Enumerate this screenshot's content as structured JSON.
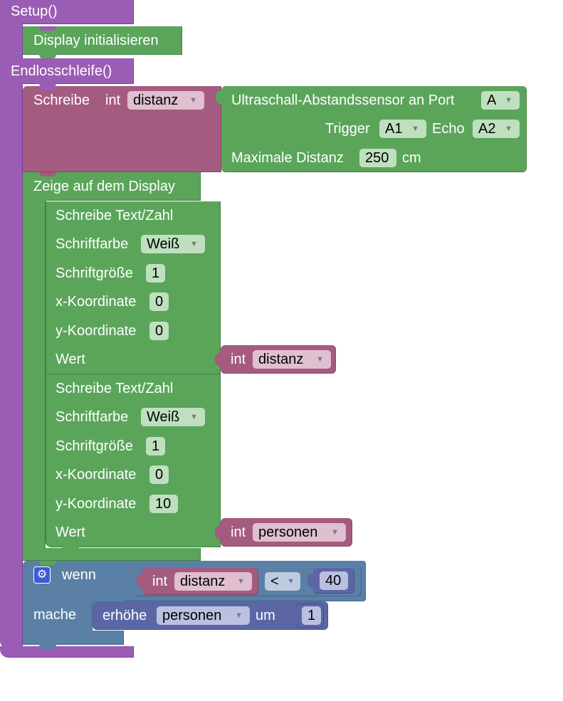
{
  "setup": {
    "label": "Setup()",
    "display_init": "Display initialisieren"
  },
  "loop": {
    "label": "Endlosschleife()"
  },
  "assign": {
    "label": "Schreibe",
    "type": "int",
    "var": "distanz",
    "sensor": {
      "label": "Ultraschall-Abstandssensor an Port",
      "port": "A",
      "trigger_label": "Trigger",
      "trigger": "A1",
      "echo_label": "Echo",
      "echo": "A2",
      "maxdist_label": "Maximale Distanz",
      "maxdist": "250",
      "unit": "cm"
    }
  },
  "display": {
    "label": "Zeige auf dem Display",
    "write1": {
      "label": "Schreibe Text/Zahl",
      "color_label": "Schriftfarbe",
      "color": "Weiß",
      "size_label": "Schriftgröße",
      "size": "1",
      "x_label": "x-Koordinate",
      "x": "0",
      "y_label": "y-Koordinate",
      "y": "0",
      "value_label": "Wert",
      "value_type": "int",
      "value_var": "distanz"
    },
    "write2": {
      "label": "Schreibe Text/Zahl",
      "color_label": "Schriftfarbe",
      "color": "Weiß",
      "size_label": "Schriftgröße",
      "size": "1",
      "x_label": "x-Koordinate",
      "x": "0",
      "y_label": "y-Koordinate",
      "y": "10",
      "value_label": "Wert",
      "value_type": "int",
      "value_var": "personen"
    }
  },
  "if_block": {
    "if_label": "wenn",
    "cond_type": "int",
    "cond_var": "distanz",
    "operator": "<",
    "compare_value": "40",
    "do_label": "mache",
    "inc_label": "erhöhe",
    "inc_var": "personen",
    "by_label": "um",
    "inc_value": "1"
  },
  "icons": {
    "gear": "gear-icon",
    "dropdown": "dropdown-arrow-icon"
  },
  "colors": {
    "function": "#9a5cb4",
    "action": "#5ba55b",
    "variable": "#a55b80",
    "logic": "#5b80a5",
    "math": "#5b67a5"
  }
}
